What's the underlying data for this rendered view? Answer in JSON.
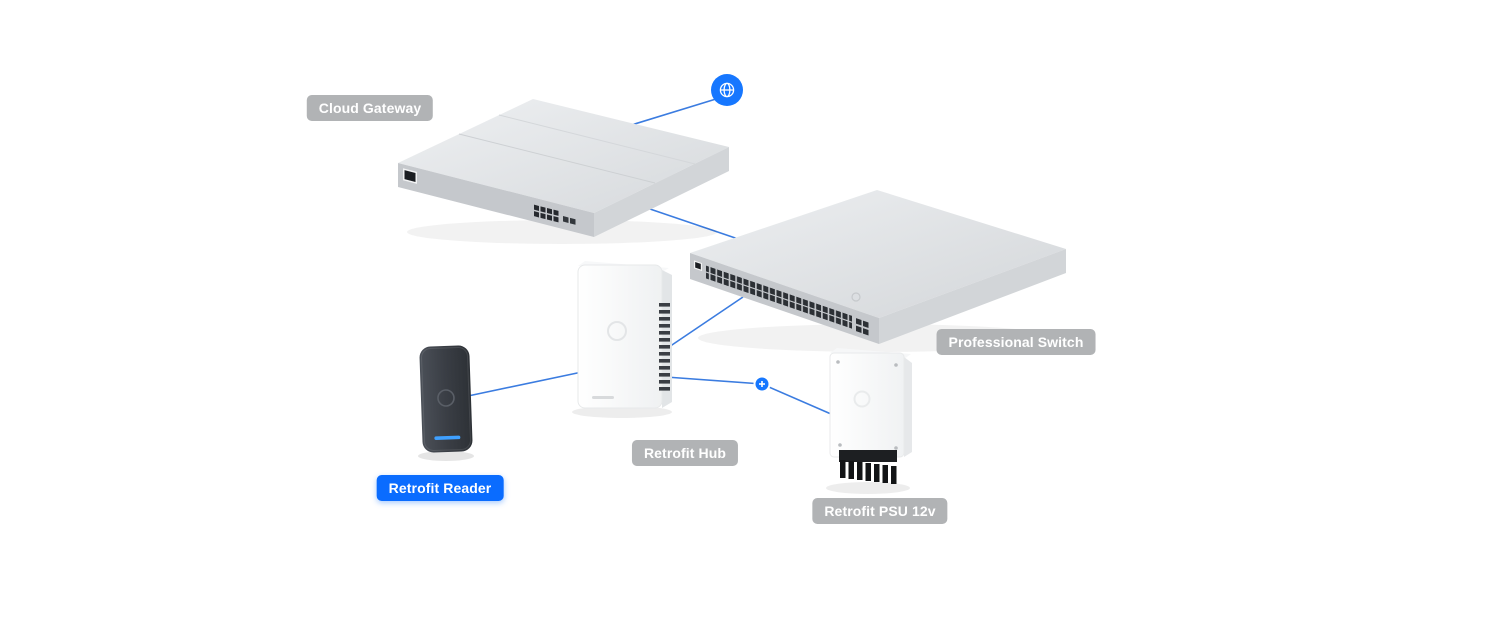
{
  "diagram": {
    "background": "#ffffff",
    "nodes": {
      "internet": {
        "icon": "globe-icon",
        "color": "#1677ff"
      },
      "plus_node": {
        "icon": "plus-icon",
        "color": "#1677ff"
      },
      "cloud_gateway": {
        "label": "Cloud Gateway",
        "badge": "gray"
      },
      "professional_switch": {
        "label": "Professional Switch",
        "badge": "gray"
      },
      "retrofit_hub": {
        "label": "Retrofit Hub",
        "badge": "gray"
      },
      "retrofit_reader": {
        "label": "Retrofit Reader",
        "badge": "blue"
      },
      "retrofit_psu": {
        "label": "Retrofit PSU 12v",
        "badge": "gray"
      }
    },
    "connections": [
      {
        "from": "internet",
        "to": "cloud_gateway"
      },
      {
        "from": "cloud_gateway",
        "to": "professional_switch"
      },
      {
        "from": "professional_switch",
        "to": "retrofit_hub"
      },
      {
        "from": "retrofit_reader",
        "to": "retrofit_hub"
      },
      {
        "from": "retrofit_hub",
        "to": "retrofit_psu",
        "via": "plus_node"
      }
    ],
    "colors": {
      "connection_line": "#3b7ce0",
      "node_blue": "#1677ff",
      "badge_gray": "#b1b3b5",
      "badge_blue": "#0a6cff",
      "badge_text": "#ffffff",
      "reader_led": "#3fa0ff"
    }
  }
}
